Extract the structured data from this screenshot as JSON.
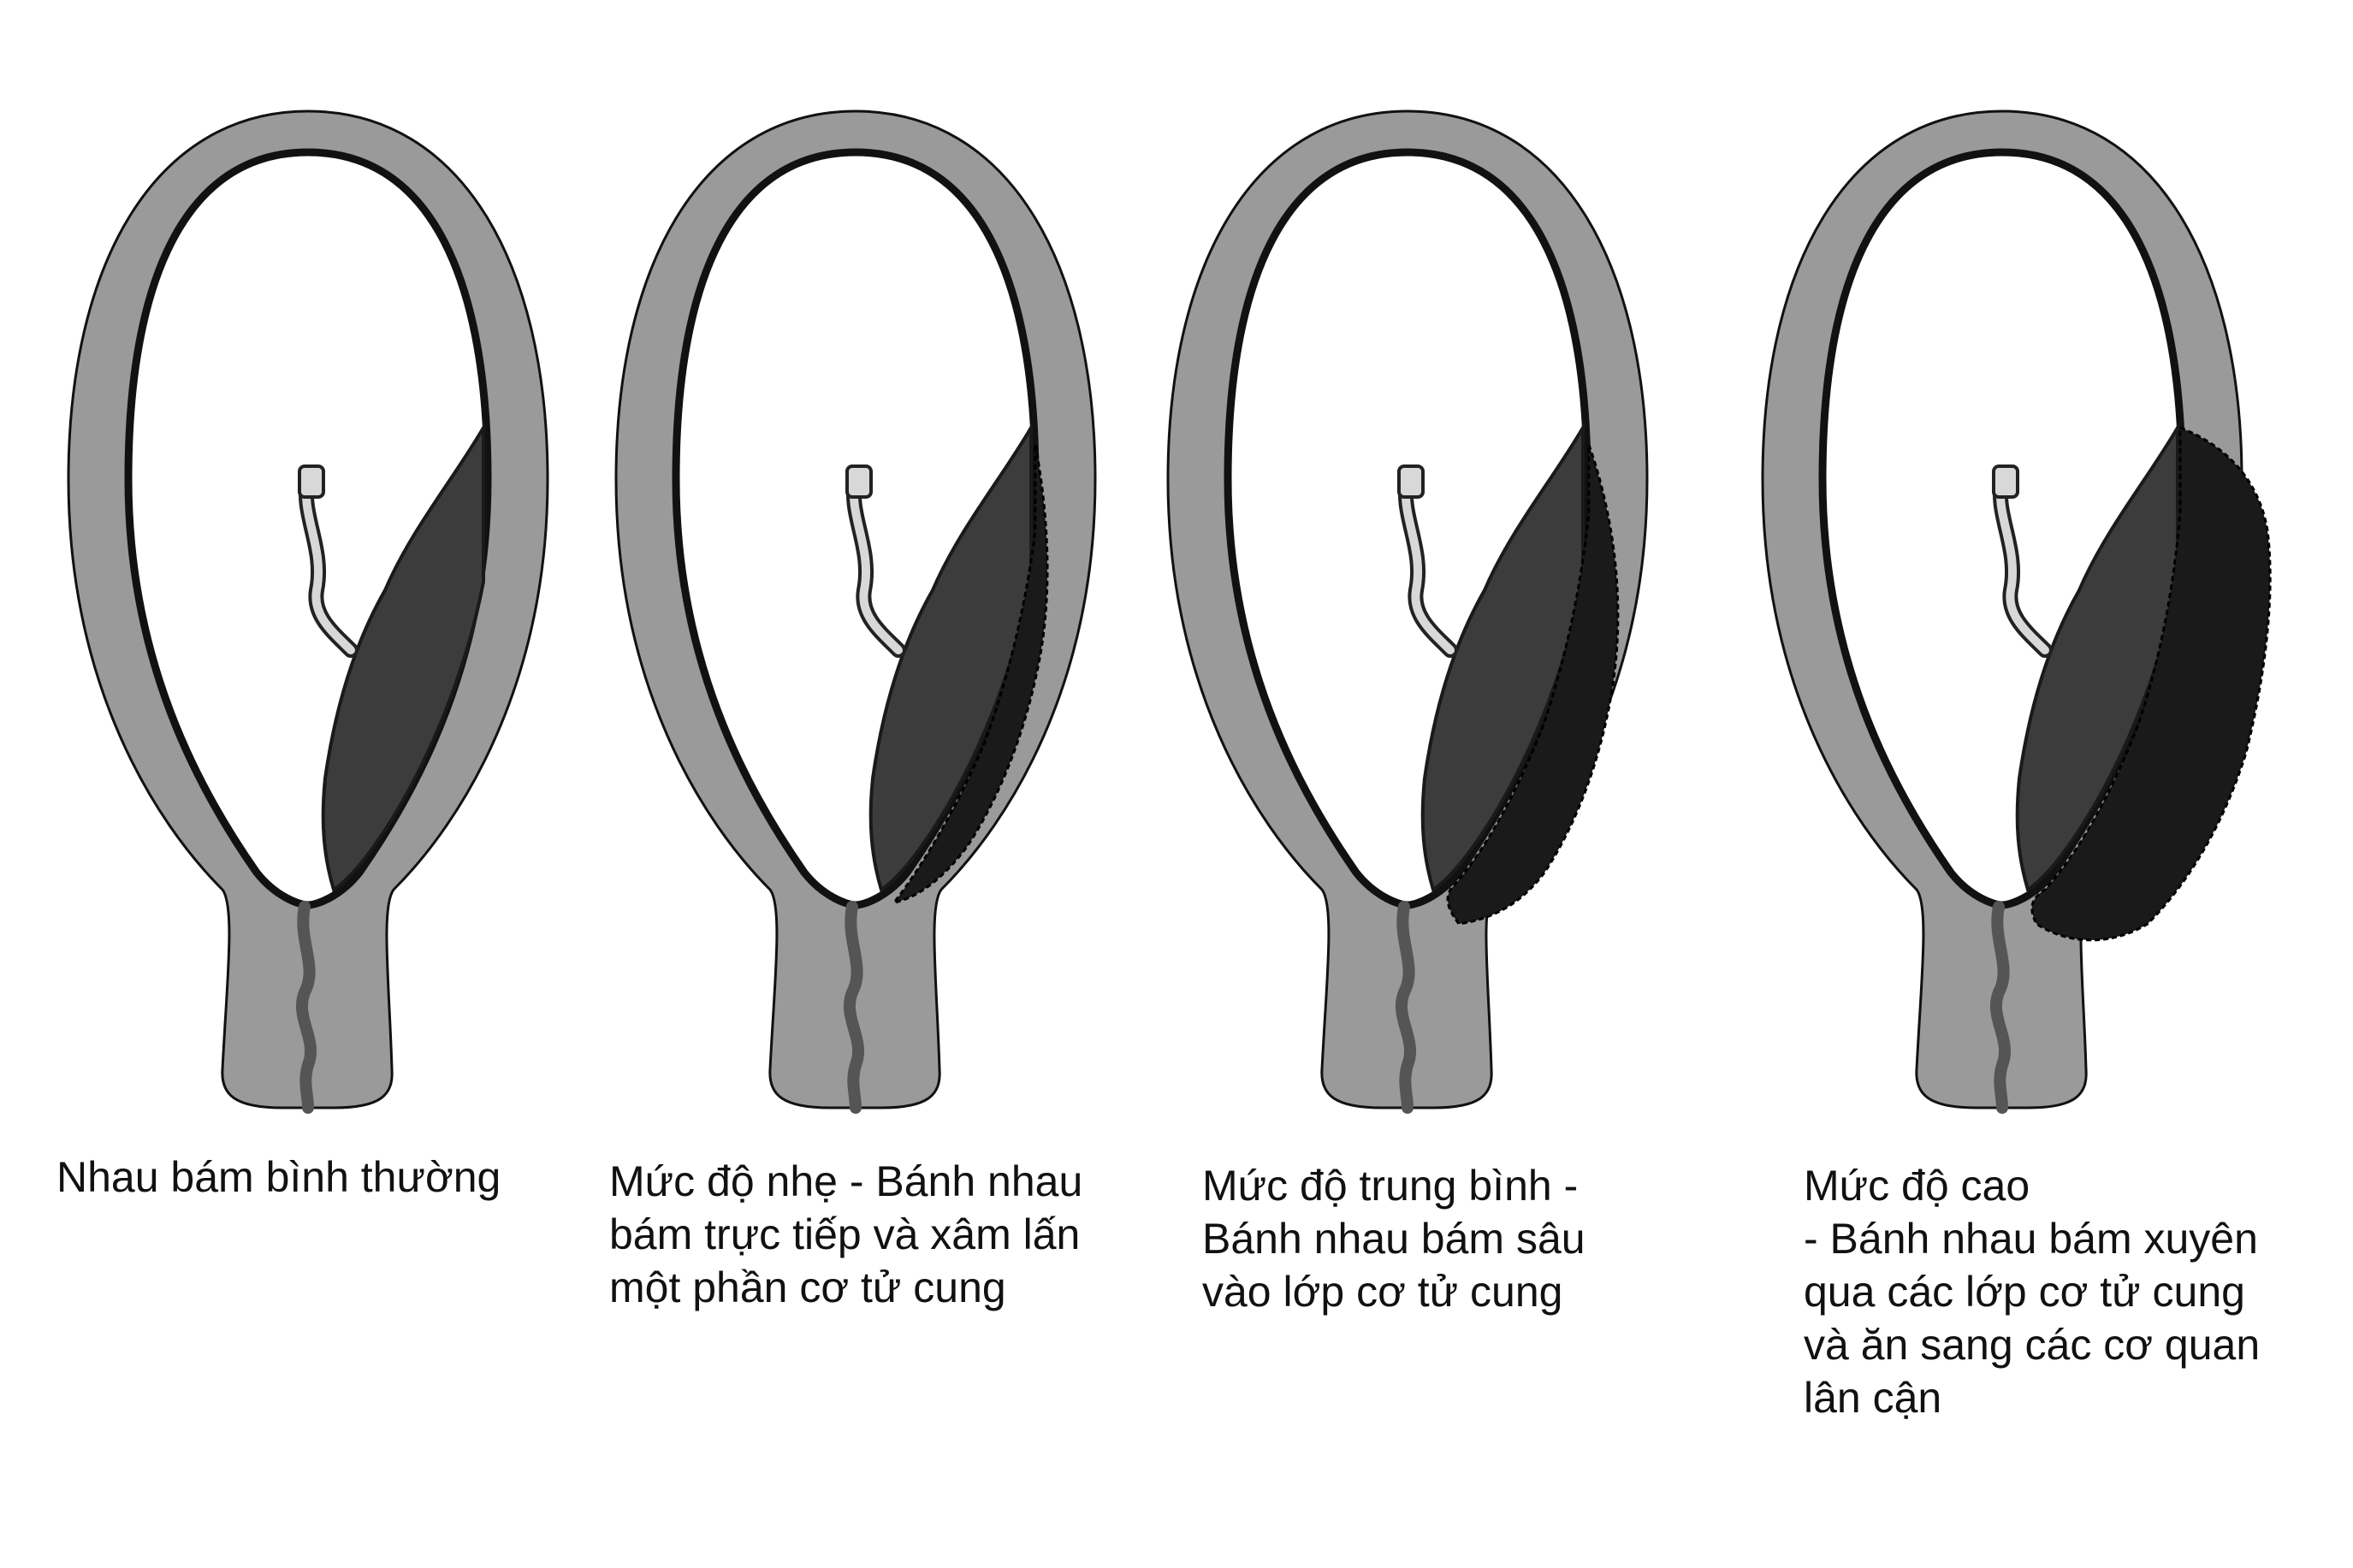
{
  "figure": {
    "colors": {
      "wall": "#9a9a9a",
      "wall_edge": "#111111",
      "cavity": "#ffffff",
      "placenta": "#3c3c3c",
      "placenta_dark": "#1a1a1a",
      "cord": "#d8d8d8",
      "caption_text": "#111111"
    },
    "panels": [
      {
        "caption": "Nhau bám bình thường",
        "invasion_level": "normal"
      },
      {
        "caption": "Mức độ nhẹ - Bánh nhau\nbám trực tiếp và xâm lấn\nmột phần cơ tử cung",
        "invasion_level": "mild"
      },
      {
        "caption": "Mức độ trung bình -\nBánh nhau bám sâu\nvào lớp cơ tử cung",
        "invasion_level": "moderate"
      },
      {
        "caption": "Mức độ cao\n- Bánh nhau bám xuyên\nqua các lớp cơ tử cung\nvà ăn sang các cơ quan\nlân cận",
        "invasion_level": "severe"
      }
    ]
  }
}
